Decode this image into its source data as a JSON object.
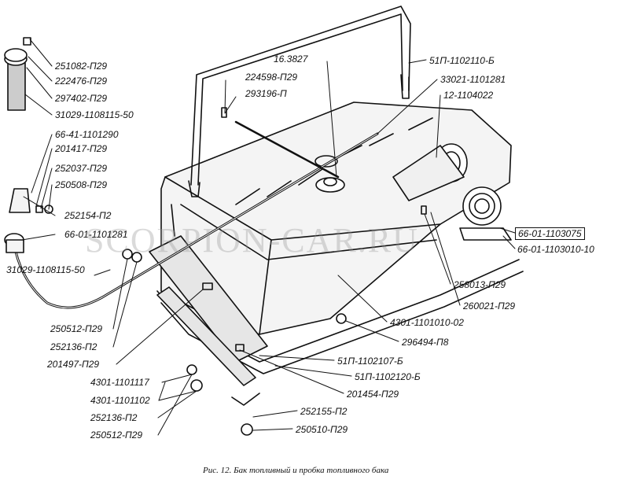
{
  "watermark": "SCORPION-CAR.RU",
  "caption": "Рис. 12. Бак топливный и пробка топливного бака",
  "parts": [
    "251082-П29",
    "222476-П29",
    "297402-П29",
    "31029-1108115-50",
    "66-41-1101290",
    "201417-П29",
    "252037-П29",
    "250508-П29",
    "252154-П2",
    "66-01-1101281",
    "31029-1108115-50",
    "250512-П29",
    "252136-П2",
    "201497-П29",
    "4301-1101117",
    "4301-1101102",
    "252136-П2",
    "250512-П29",
    "16.3827",
    "224598-П29",
    "293196-П",
    "51П-1102110-Б",
    "33021-1101281",
    "12-1104022",
    "66-01-1103075",
    "66-01-1103010-10",
    "258013-П29",
    "260021-П29",
    "4301-1101010-02",
    "296494-П8",
    "51П-1102107-Б",
    "51П-1102120-Б",
    "201454-П29",
    "252155-П2",
    "250510-П29"
  ]
}
